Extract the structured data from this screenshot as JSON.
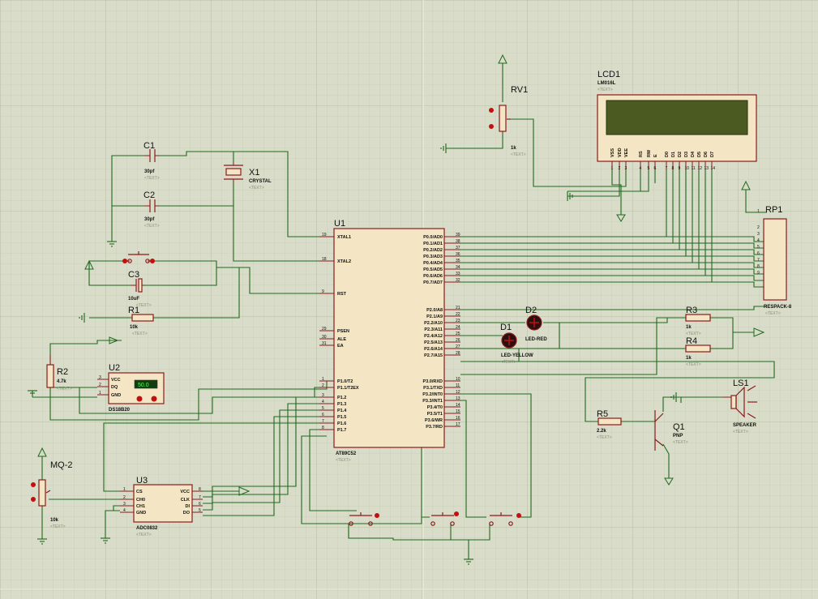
{
  "tx_label": "<TEXT>",
  "c1": {
    "ref": "C1",
    "value": "30pf"
  },
  "c2": {
    "ref": "C2",
    "value": "30pf"
  },
  "c3": {
    "ref": "C3",
    "value": "10uF"
  },
  "x1": {
    "ref": "X1",
    "value": "CRYSTAL"
  },
  "r1": {
    "ref": "R1",
    "value": "10k"
  },
  "r2": {
    "ref": "R2",
    "value": "4.7k"
  },
  "r3": {
    "ref": "R3",
    "value": "1k"
  },
  "r4": {
    "ref": "R4",
    "value": "1k"
  },
  "r5": {
    "ref": "R5",
    "value": "2.2k"
  },
  "rv1": {
    "ref": "RV1",
    "value": "1k"
  },
  "mq2": {
    "ref": "MQ-2",
    "value": "10k"
  },
  "u1": {
    "ref": "U1",
    "value": "AT89C52",
    "left_pins": [
      {
        "num": "19",
        "name": "XTAL1"
      },
      {
        "num": "18",
        "name": "XTAL2"
      },
      {
        "num": "9",
        "name": "RST"
      },
      {
        "num": "29",
        "name": "PSEN"
      },
      {
        "num": "30",
        "name": "ALE"
      },
      {
        "num": "31",
        "name": "EA"
      },
      {
        "num": "1",
        "name": "P1.0/T2"
      },
      {
        "num": "2",
        "name": "P1.1/T2EX"
      },
      {
        "num": "3",
        "name": "P1.2"
      },
      {
        "num": "4",
        "name": "P1.3"
      },
      {
        "num": "5",
        "name": "P1.4"
      },
      {
        "num": "6",
        "name": "P1.5"
      },
      {
        "num": "7",
        "name": "P1.6"
      },
      {
        "num": "8",
        "name": "P1.7"
      }
    ],
    "right_pins": [
      {
        "num": "39",
        "name": "P0.0/AD0"
      },
      {
        "num": "38",
        "name": "P0.1/AD1"
      },
      {
        "num": "37",
        "name": "P0.2/AD2"
      },
      {
        "num": "36",
        "name": "P0.3/AD3"
      },
      {
        "num": "35",
        "name": "P0.4/AD4"
      },
      {
        "num": "34",
        "name": "P0.5/AD5"
      },
      {
        "num": "33",
        "name": "P0.6/AD6"
      },
      {
        "num": "32",
        "name": "P0.7/AD7"
      },
      {
        "num": "21",
        "name": "P2.0/A8"
      },
      {
        "num": "22",
        "name": "P2.1/A9"
      },
      {
        "num": "23",
        "name": "P2.2/A10"
      },
      {
        "num": "24",
        "name": "P2.3/A11"
      },
      {
        "num": "25",
        "name": "P2.4/A12"
      },
      {
        "num": "26",
        "name": "P2.5/A13"
      },
      {
        "num": "27",
        "name": "P2.6/A14"
      },
      {
        "num": "28",
        "name": "P2.7/A15"
      },
      {
        "num": "10",
        "name": "P3.0/RXD"
      },
      {
        "num": "11",
        "name": "P3.1/TXD"
      },
      {
        "num": "12",
        "name": "P3.2/INT0"
      },
      {
        "num": "13",
        "name": "P3.3/INT1"
      },
      {
        "num": "14",
        "name": "P3.4/T0"
      },
      {
        "num": "15",
        "name": "P3.5/T1"
      },
      {
        "num": "16",
        "name": "P3.6/WR"
      },
      {
        "num": "17",
        "name": "P3.7/RD"
      }
    ]
  },
  "u2": {
    "ref": "U2",
    "value": "DS18B20",
    "display": "50.0",
    "pins": [
      {
        "num": "3",
        "name": "VCC"
      },
      {
        "num": "2",
        "name": "DQ"
      },
      {
        "num": "1",
        "name": "GND"
      }
    ]
  },
  "u3": {
    "ref": "U3",
    "value": "ADC0832",
    "left_pins": [
      {
        "num": "1",
        "name": "CS"
      },
      {
        "num": "2",
        "name": "CH0"
      },
      {
        "num": "3",
        "name": "CH1"
      },
      {
        "num": "4",
        "name": "GND"
      }
    ],
    "right_pins": [
      {
        "num": "8",
        "name": "VCC"
      },
      {
        "num": "7",
        "name": "CLK"
      },
      {
        "num": "6",
        "name": "DI"
      },
      {
        "num": "5",
        "name": "DO"
      }
    ]
  },
  "lcd1": {
    "ref": "LCD1",
    "value": "LM016L",
    "pins": [
      {
        "num": "1",
        "name": "VSS"
      },
      {
        "num": "2",
        "name": "VDD"
      },
      {
        "num": "3",
        "name": "VEE"
      },
      {
        "num": "4",
        "name": "RS"
      },
      {
        "num": "5",
        "name": "RW"
      },
      {
        "num": "6",
        "name": "E"
      },
      {
        "num": "7",
        "name": "D0"
      },
      {
        "num": "8",
        "name": "D1"
      },
      {
        "num": "9",
        "name": "D2"
      },
      {
        "num": "10",
        "name": "D3"
      },
      {
        "num": "11",
        "name": "D4"
      },
      {
        "num": "12",
        "name": "D5"
      },
      {
        "num": "13",
        "name": "D6"
      },
      {
        "num": "14",
        "name": "D7"
      }
    ]
  },
  "rp1": {
    "ref": "RP1",
    "value": "RESPACK-8",
    "pins": [
      "1",
      "2",
      "3",
      "4",
      "5",
      "6",
      "7",
      "8",
      "9"
    ]
  },
  "d1": {
    "ref": "D1",
    "value": "LED-YELLOW"
  },
  "d2": {
    "ref": "D2",
    "value": "LED-RED"
  },
  "q1": {
    "ref": "Q1",
    "value": "PNP"
  },
  "ls1": {
    "ref": "LS1",
    "value": "SPEAKER"
  },
  "colors": {
    "background": "#d8dcc8",
    "grid": "#b9bfa8",
    "wire": "#1f6a1f",
    "component": "#8b1a1a",
    "body": "#f4e6c4",
    "lcd_screen": "#4a5a20"
  }
}
